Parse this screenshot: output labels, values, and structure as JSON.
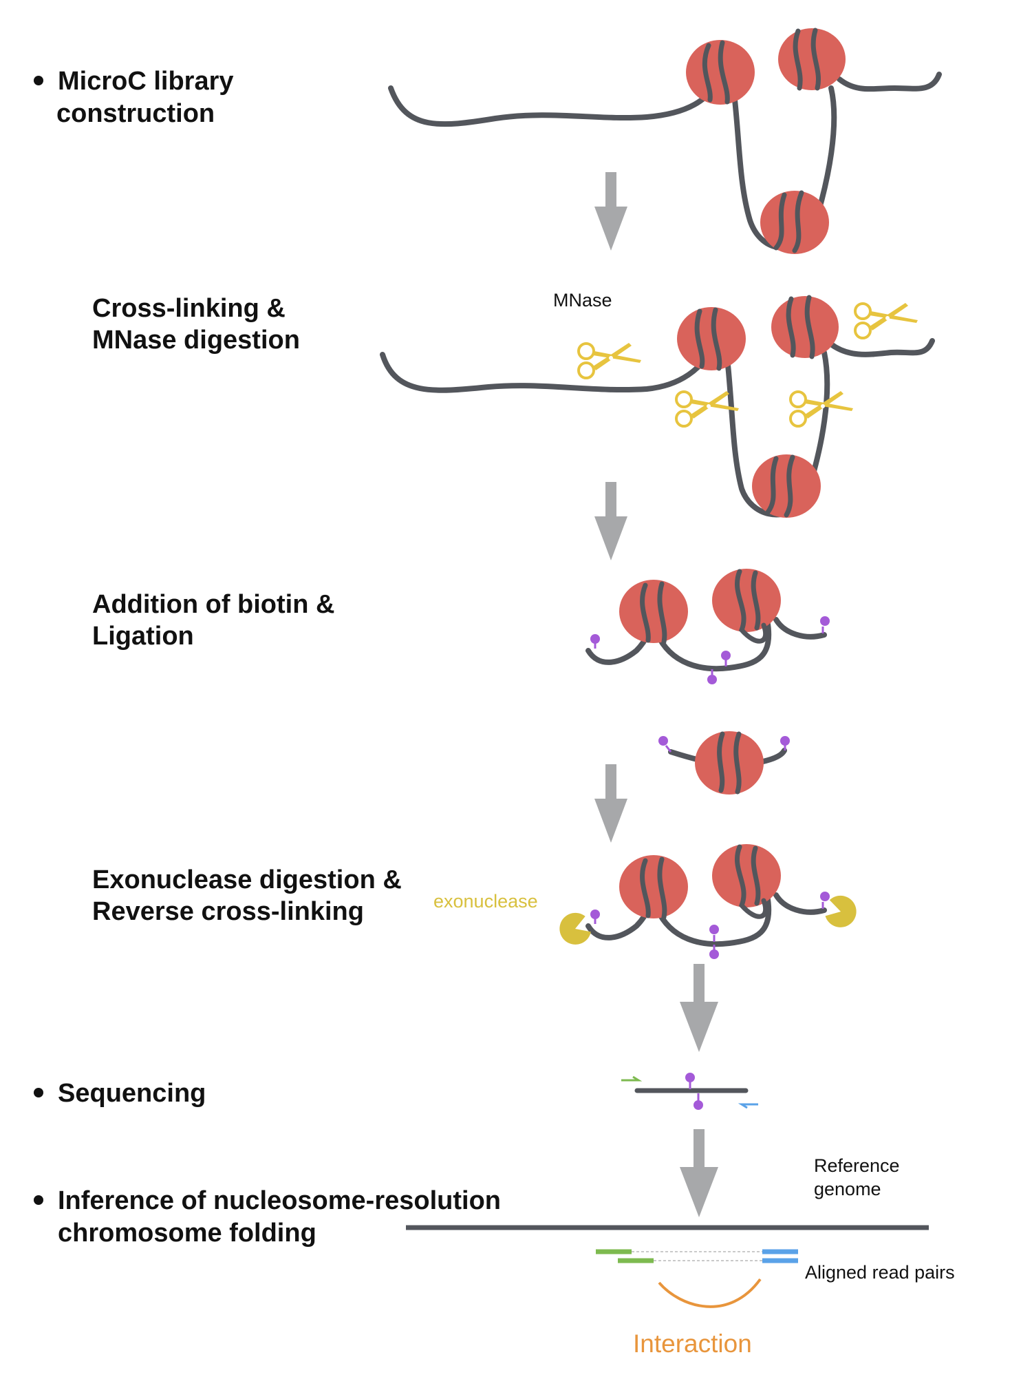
{
  "steps": {
    "s1": "MicroC library",
    "s1b": "construction",
    "s2": "Cross-linking &",
    "s2b": "MNase digestion",
    "s3": "Addition of biotin &",
    "s3b": "Ligation",
    "s4": "Exonuclease digestion &",
    "s4b": "Reverse cross-linking",
    "s5": "Sequencing",
    "s6": "Inference of nucleosome-resolution",
    "s6b": "chromosome folding"
  },
  "labels": {
    "mnase": "MNase",
    "exonuclease": "exonuclease",
    "reference_1": "Reference",
    "reference_2": "genome",
    "aligned": "Aligned read pairs",
    "interaction": "Interaction"
  },
  "colors": {
    "nucleosome": "#d9635b",
    "dna": "#53565c",
    "arrow": "#a7a8aa",
    "biotin": "#a45ad8",
    "scissors": "#e7c43f",
    "exonuclease": "#d8c03e",
    "read_green": "#7dba4f",
    "read_blue": "#5aa2e8",
    "interaction": "#e8953c"
  },
  "icons": [
    "bullet",
    "nucleosome",
    "scissors-icon",
    "biotin-tag",
    "exonuclease-pacman",
    "arrow-down"
  ]
}
